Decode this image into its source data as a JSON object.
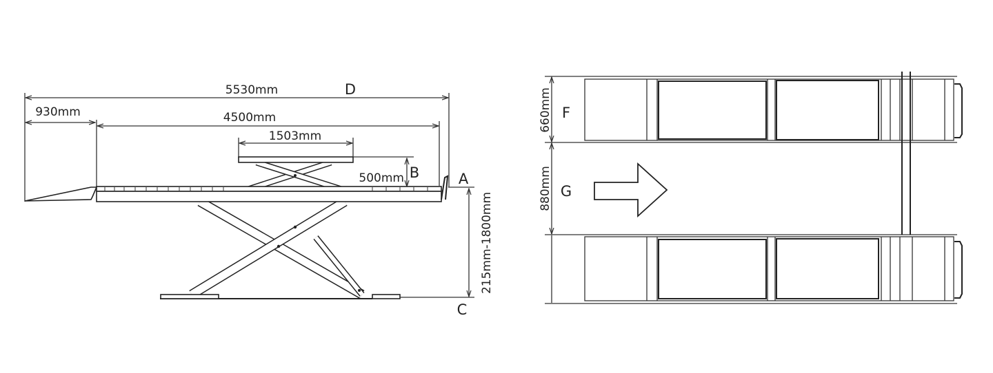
{
  "side_view": {
    "overall_length": "5530mm",
    "overall_label": "D",
    "ramp_length": "930mm",
    "platform_length": "4500mm",
    "secondary_length": "1503mm",
    "secondary_lift": "500mm",
    "secondary_label": "B",
    "platform_top_label": "A",
    "height_range": "215mm-1800mm",
    "ground_label": "C"
  },
  "top_view": {
    "runway_width": "660mm",
    "runway_label": "F",
    "gap_width": "880mm",
    "gap_label": "G",
    "direction_icon": "arrow-right"
  },
  "colors": {
    "line": "#222222",
    "background": "#ffffff"
  }
}
